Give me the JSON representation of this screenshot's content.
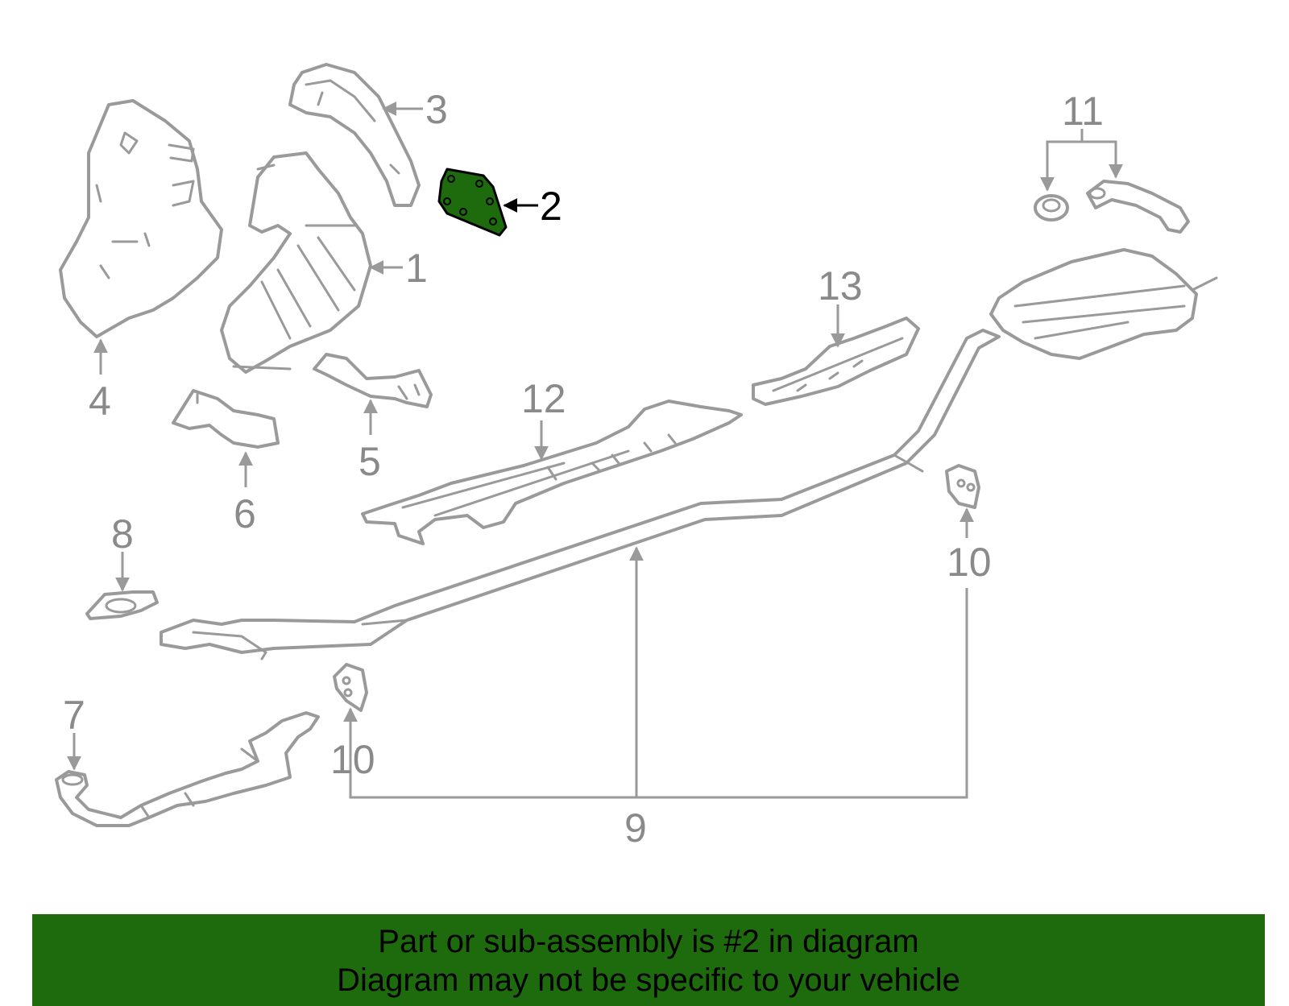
{
  "diagram": {
    "highlight_color": "#1e6b0e",
    "part_color": "#9a9a9a",
    "highlighted_part": "2",
    "callouts": {
      "c1": "1",
      "c2": "2",
      "c3": "3",
      "c4": "4",
      "c5": "5",
      "c6": "6",
      "c7": "7",
      "c8": "8",
      "c9": "9",
      "c10a": "10",
      "c10b": "10",
      "c11": "11",
      "c12": "12",
      "c13": "13"
    }
  },
  "banner": {
    "line1": "Part or sub-assembly is #2 in diagram",
    "line2": "Diagram may not be specific to your vehicle",
    "background": "#1e6b0e"
  }
}
